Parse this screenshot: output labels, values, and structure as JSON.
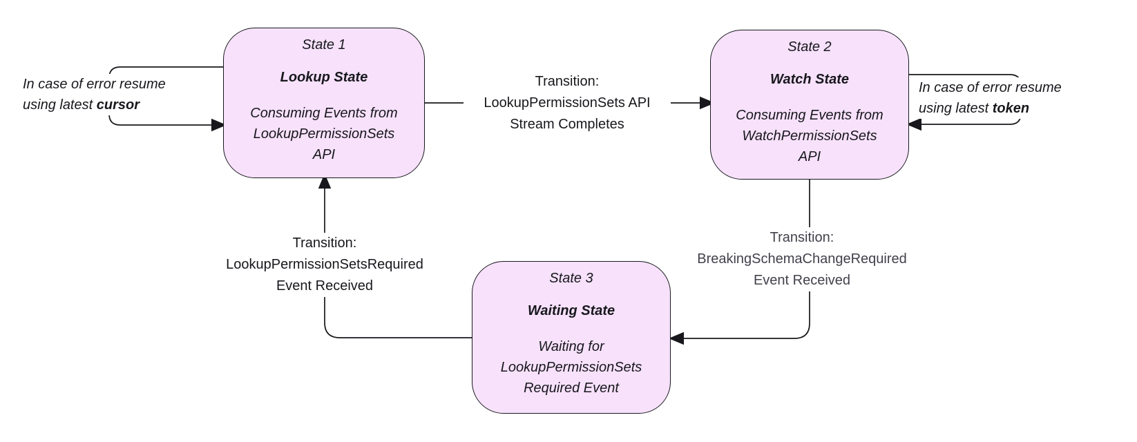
{
  "colors": {
    "state_fill": "#f7e1fb",
    "stroke": "#17171c",
    "text": "#17171c",
    "muted_label": "#41414b"
  },
  "states": [
    {
      "step": "State 1",
      "title": "Lookup State",
      "description": "Consuming Events from LookupPermissionSets API"
    },
    {
      "step": "State 2",
      "title": "Watch State",
      "description": "Consuming Events from WatchPermissionSets API"
    },
    {
      "step": "State 3",
      "title": "Waiting State",
      "description": "Waiting for LookupPermissionSets Required Event"
    }
  ],
  "transitions": [
    {
      "prefix": "Transition:",
      "name": "LookupPermissionSets API",
      "detail": "Stream Completes"
    },
    {
      "prefix": "Transition:",
      "name": "BreakingSchemaChangeRequired",
      "detail": "Event Received"
    },
    {
      "prefix": "Transition:",
      "name": "LookupPermissionSetsRequired",
      "detail": "Event Received"
    }
  ],
  "annotations": [
    {
      "text": "In case of error resume using latest",
      "keyword": "cursor"
    },
    {
      "text": "In case of error resume using latest",
      "keyword": "token"
    }
  ]
}
